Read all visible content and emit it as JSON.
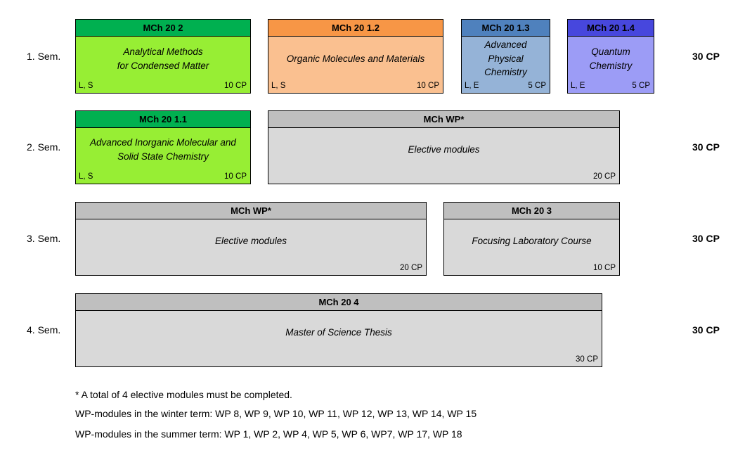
{
  "colors": {
    "green-header": "#00B050",
    "green-body": "#97EE34",
    "orange-header": "#F79646",
    "orange-body": "#FAC090",
    "blue-header": "#4F81BD",
    "blue-body": "#95B3D7",
    "purple-header": "#4747DD",
    "purple-body": "#9C9CF6",
    "gray-header": "#BFBFBF",
    "gray-body": "#D9D9D9"
  },
  "rows": [
    {
      "label": "1. Sem.",
      "total": "30 CP",
      "boxes": [
        {
          "header": "MCh 20 2",
          "body": "Analytical Methods\nfor Condensed Matter",
          "footer_left": "L, S",
          "footer_right": "10 CP"
        },
        {
          "header": "MCh 20 1.2",
          "body": "Organic Molecules and Materials",
          "footer_left": "L, S",
          "footer_right": "10 CP"
        },
        {
          "header": "MCh 20 1.3",
          "body": "Advanced Physical\nChemistry",
          "footer_left": "L, E",
          "footer_right": "5 CP"
        },
        {
          "header": "MCh 20 1.4",
          "body": "Quantum\nChemistry",
          "footer_left": "L, E",
          "footer_right": "5 CP"
        }
      ]
    },
    {
      "label": "2. Sem.",
      "total": "30 CP",
      "boxes": [
        {
          "header": "MCh 20 1.1",
          "body": "Advanced Inorganic Molecular and\nSolid State Chemistry",
          "footer_left": "L, S",
          "footer_right": "10 CP"
        },
        {
          "header": "MCh WP*",
          "body": "Elective modules",
          "footer_left": "",
          "footer_right": "20 CP"
        }
      ]
    },
    {
      "label": "3. Sem.",
      "total": "30 CP",
      "boxes": [
        {
          "header": "MCh WP*",
          "body": "Elective modules",
          "footer_left": "",
          "footer_right": "20 CP"
        },
        {
          "header": "MCh 20 3",
          "body": "Focusing Laboratory Course",
          "footer_left": "",
          "footer_right": "10 CP"
        }
      ]
    },
    {
      "label": "4. Sem.",
      "total": "30 CP",
      "boxes": [
        {
          "header": "MCh 20 4",
          "body": "Master of Science Thesis",
          "footer_left": "",
          "footer_right": "30 CP"
        }
      ]
    }
  ],
  "notes": [
    "* A total of 4 elective modules must be completed.",
    "WP-modules in the winter term: WP 8, WP 9, WP 10, WP 11, WP 12, WP 13, WP 14, WP 15",
    "WP-modules in the summer term: WP 1, WP 2, WP 4, WP 5, WP 6, WP7, WP 17, WP 18"
  ]
}
